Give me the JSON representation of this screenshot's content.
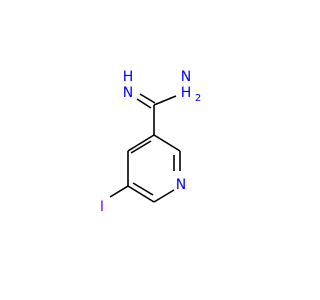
{
  "molecule": {
    "atoms": {
      "imine_n": {
        "symbol": "N",
        "hydrogen": "H",
        "color": "#0000ff"
      },
      "amine_n": {
        "symbol": "N",
        "hydrogen": "H",
        "subscript": "2",
        "color": "#0000ff"
      },
      "ring_n": {
        "symbol": "N",
        "color": "#0000ff"
      },
      "iodine": {
        "symbol": "I",
        "color": "#9400d3"
      }
    },
    "bond_color": "#000000"
  }
}
